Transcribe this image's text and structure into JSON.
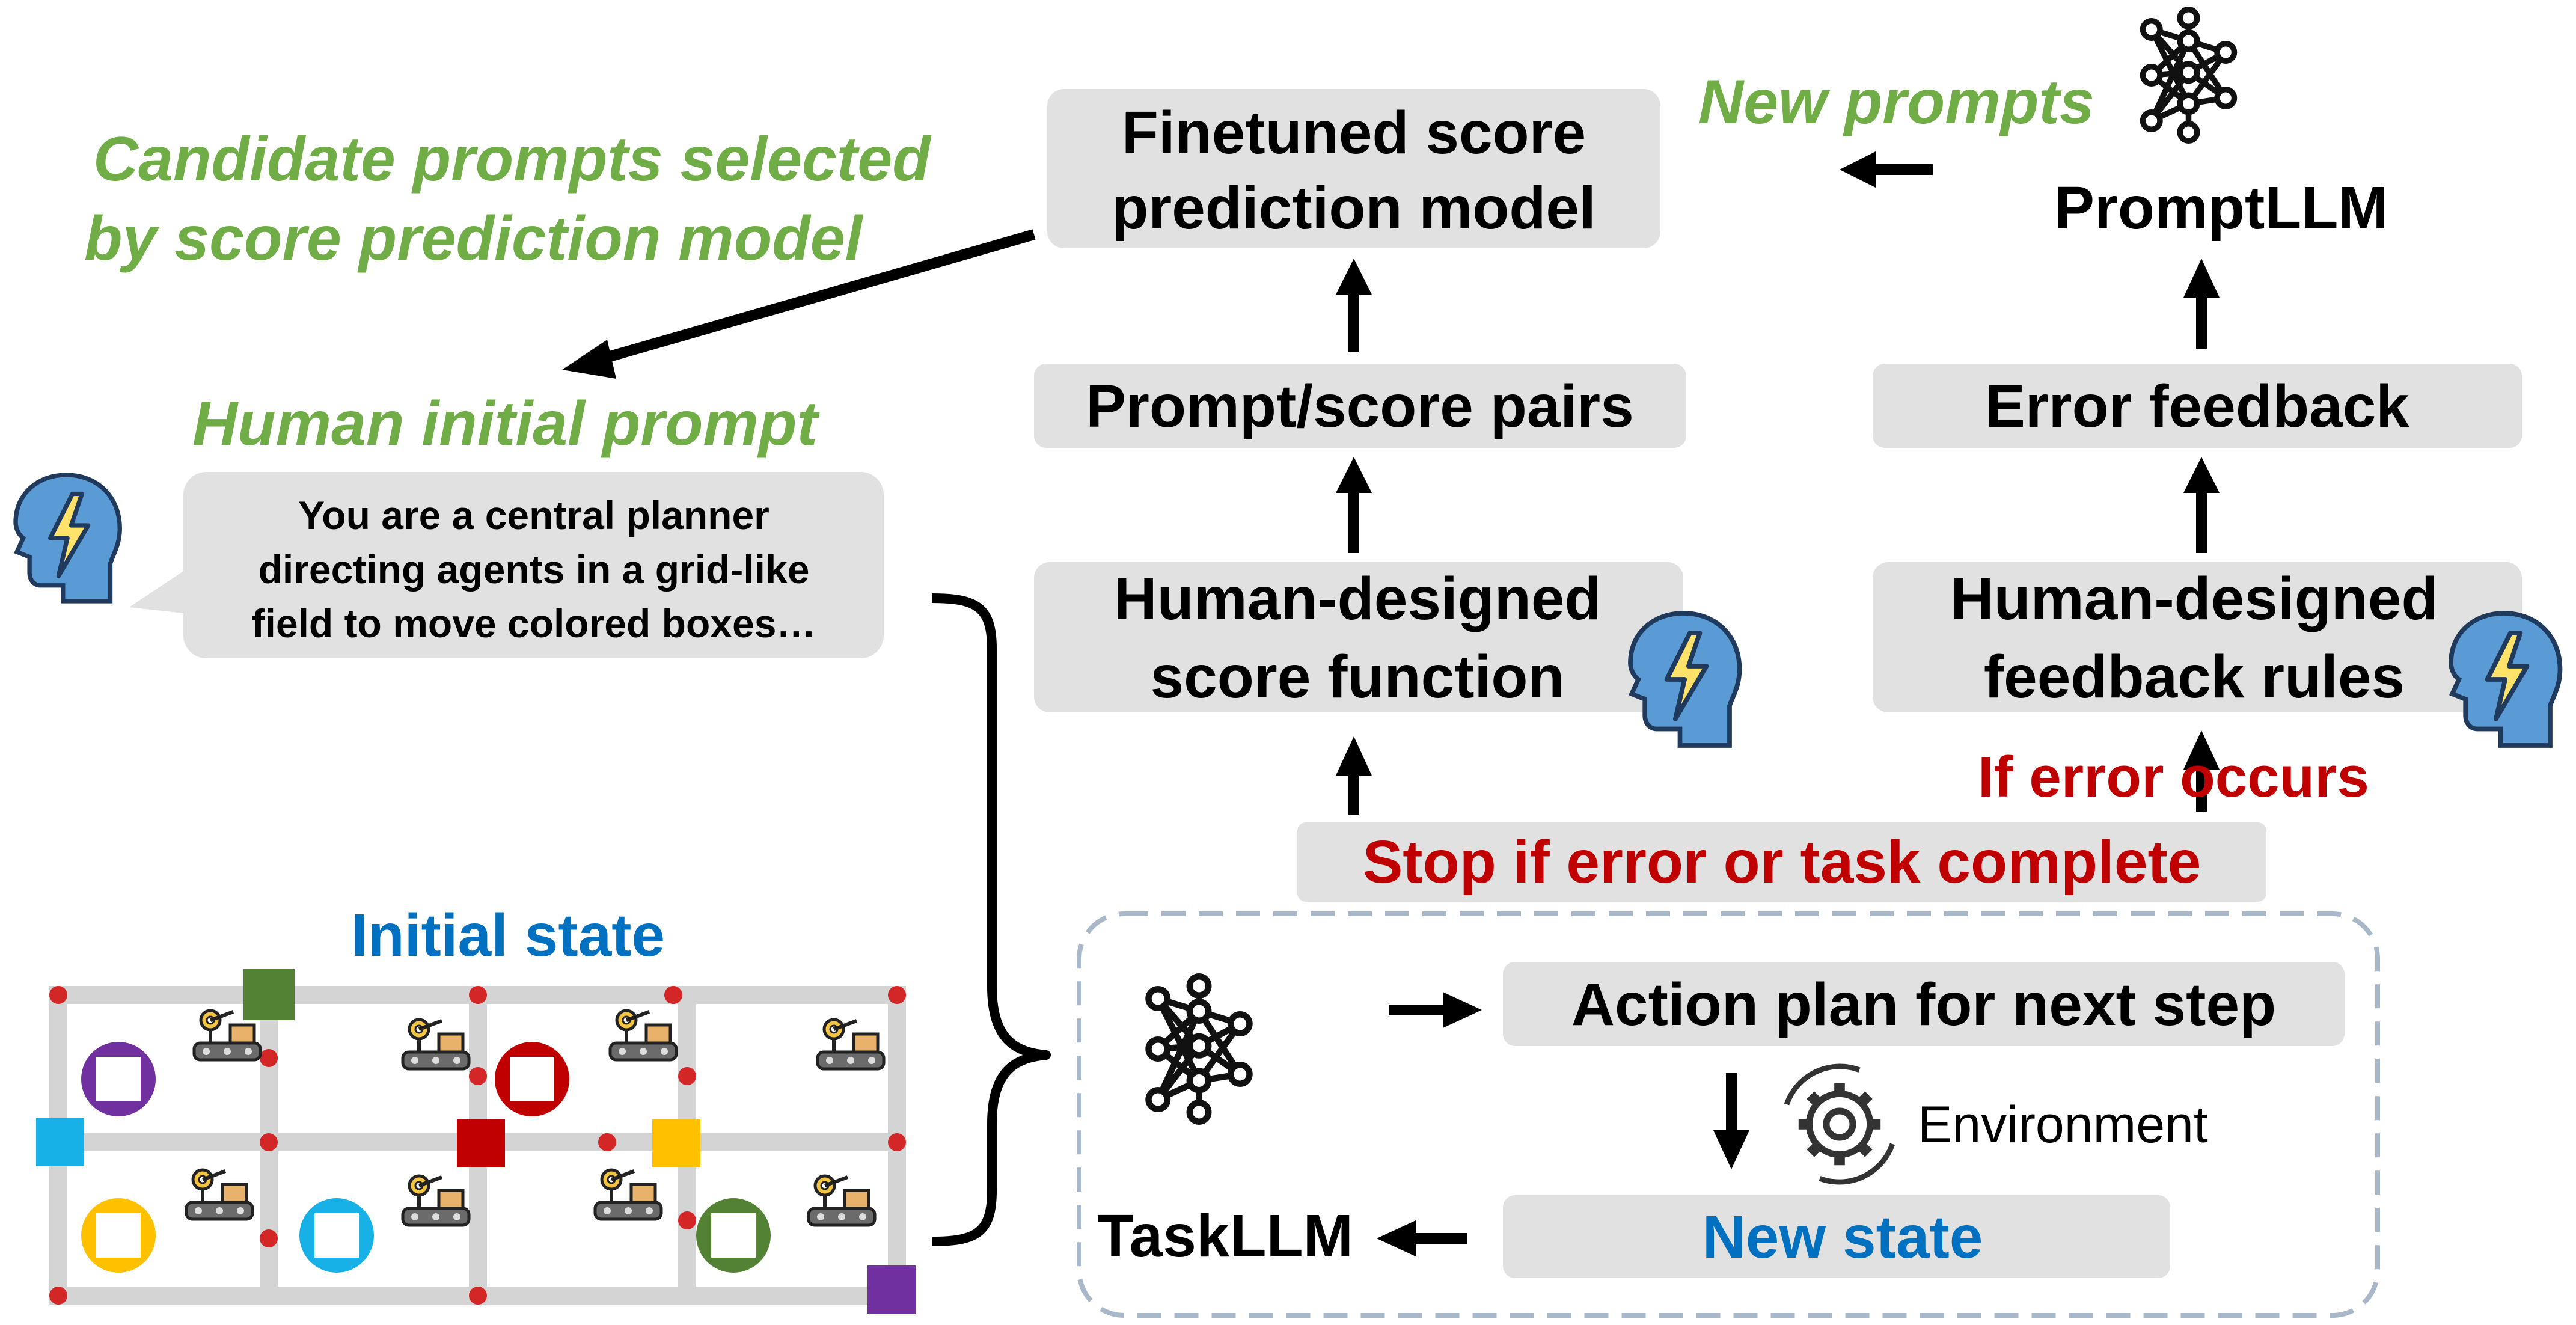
{
  "labels": {
    "candidate_prompts_line1": "Candidate prompts selected",
    "candidate_prompts_line2": "by score prediction model",
    "human_initial_prompt": "Human initial prompt",
    "prompt_bubble_line1": "You are a central planner",
    "prompt_bubble_line2": "directing agents in a grid-like",
    "prompt_bubble_line3": "field to move colored boxes…",
    "finetuned_line1": "Finetuned score",
    "finetuned_line2": "prediction model",
    "new_prompts": "New prompts",
    "prompt_llm": "PromptLLM",
    "prompt_score_pairs": "Prompt/score pairs",
    "error_feedback": "Error feedback",
    "score_function_line1": "Human-designed",
    "score_function_line2": "score function",
    "feedback_rules_line1": "Human-designed",
    "feedback_rules_line2": "feedback rules",
    "if_error_occurs": "If error occurs",
    "stop_condition": "Stop if error or task complete",
    "initial_state": "Initial state",
    "action_plan": "Action plan for next step",
    "environment": "Environment",
    "task_llm": "TaskLLM",
    "new_state": "New state"
  },
  "colors": {
    "box_fill": "#e1e1e1",
    "green_text": "#70ad47",
    "red_text": "#c00000",
    "blue_text": "#0070c0",
    "head_icon": "#5b9bd5",
    "bolt": "#ffe26a"
  }
}
